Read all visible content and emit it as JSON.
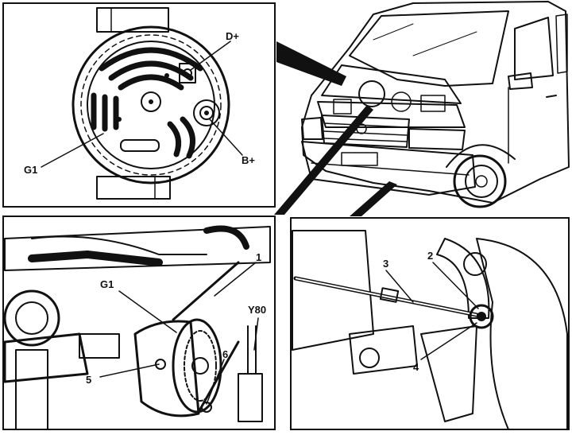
{
  "panels": {
    "alternator_closeup": {
      "labels": {
        "d_plus": "D+",
        "b_plus": "B+",
        "g1": "G1"
      }
    },
    "engine_bay": {
      "labels": {
        "n1": "1",
        "g1": "G1",
        "y80": "Y80",
        "n6": "6",
        "n5": "5"
      }
    },
    "linkage_detail": {
      "labels": {
        "n3": "3",
        "n2": "2",
        "n4": "4"
      }
    }
  },
  "colors": {
    "ink": "#111111",
    "paper": "#ffffff",
    "shade": "#cfcfcf",
    "dark": "#3a3a3a"
  }
}
